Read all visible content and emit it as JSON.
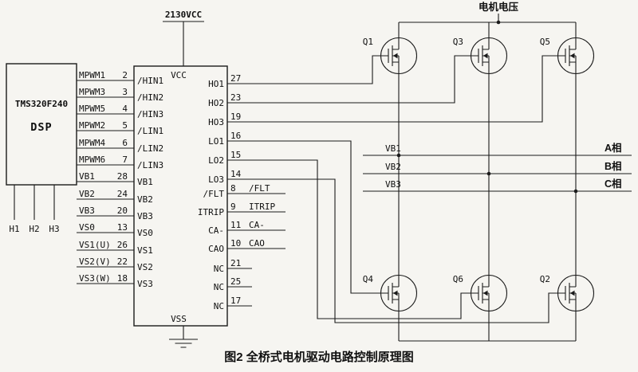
{
  "caption": "图2 全桥式电机驱动电路控制原理图",
  "labels": {
    "vcc_net": "2130VCC",
    "motor_voltage": "电机电压"
  },
  "dsp": {
    "part": "TMS320F240",
    "name": "DSP",
    "hall_pins": [
      "H1",
      "H2",
      "H3"
    ]
  },
  "signals": [
    {
      "name": "MPWM1",
      "pin": "2"
    },
    {
      "name": "MPWM3",
      "pin": "3"
    },
    {
      "name": "MPWM5",
      "pin": "4"
    },
    {
      "name": "MPWM2",
      "pin": "5"
    },
    {
      "name": "MPWM4",
      "pin": "6"
    },
    {
      "name": "MPWM6",
      "pin": "7"
    },
    {
      "name": "VB1",
      "pin": "28"
    },
    {
      "name": "VB2",
      "pin": "24"
    },
    {
      "name": "VB3",
      "pin": "20"
    },
    {
      "name": "VS0",
      "pin": "13"
    },
    {
      "name": "VS1(U)",
      "pin": "26"
    },
    {
      "name": "VS2(V)",
      "pin": "22"
    },
    {
      "name": "VS3(W)",
      "pin": "18"
    }
  ],
  "ic": {
    "vcc_pin": "VCC",
    "vss_pin": "VSS",
    "left_pins": [
      "/HIN1",
      "/HIN2",
      "/HIN3",
      "/LIN1",
      "/LIN2",
      "/LIN3",
      "VB1",
      "VB2",
      "VB3",
      "VS0",
      "VS1",
      "VS2",
      "VS3"
    ],
    "right_pins": [
      {
        "name": "HO1",
        "num": "27",
        "ext": ""
      },
      {
        "name": "HO2",
        "num": "23",
        "ext": ""
      },
      {
        "name": "HO3",
        "num": "19",
        "ext": ""
      },
      {
        "name": "LO1",
        "num": "16",
        "ext": ""
      },
      {
        "name": "LO2",
        "num": "15",
        "ext": ""
      },
      {
        "name": "LO3",
        "num": "14",
        "ext": ""
      },
      {
        "name": "/FLT",
        "num": "8",
        "ext": "/FLT"
      },
      {
        "name": "ITRIP",
        "num": "9",
        "ext": "ITRIP"
      },
      {
        "name": "CA-",
        "num": "11",
        "ext": "CA-"
      },
      {
        "name": "CAO",
        "num": "10",
        "ext": "CAO"
      },
      {
        "name": "NC",
        "num": "21",
        "ext": ""
      },
      {
        "name": "NC",
        "num": "25",
        "ext": ""
      },
      {
        "name": "NC",
        "num": "17",
        "ext": ""
      }
    ]
  },
  "transistors": {
    "top": [
      "Q1",
      "Q3",
      "Q5"
    ],
    "bottom": [
      "Q4",
      "Q6",
      "Q2"
    ]
  },
  "phases": [
    {
      "net": "VB1",
      "phase": "A相"
    },
    {
      "net": "VB2",
      "phase": "B相"
    },
    {
      "net": "VB3",
      "phase": "C相"
    }
  ]
}
